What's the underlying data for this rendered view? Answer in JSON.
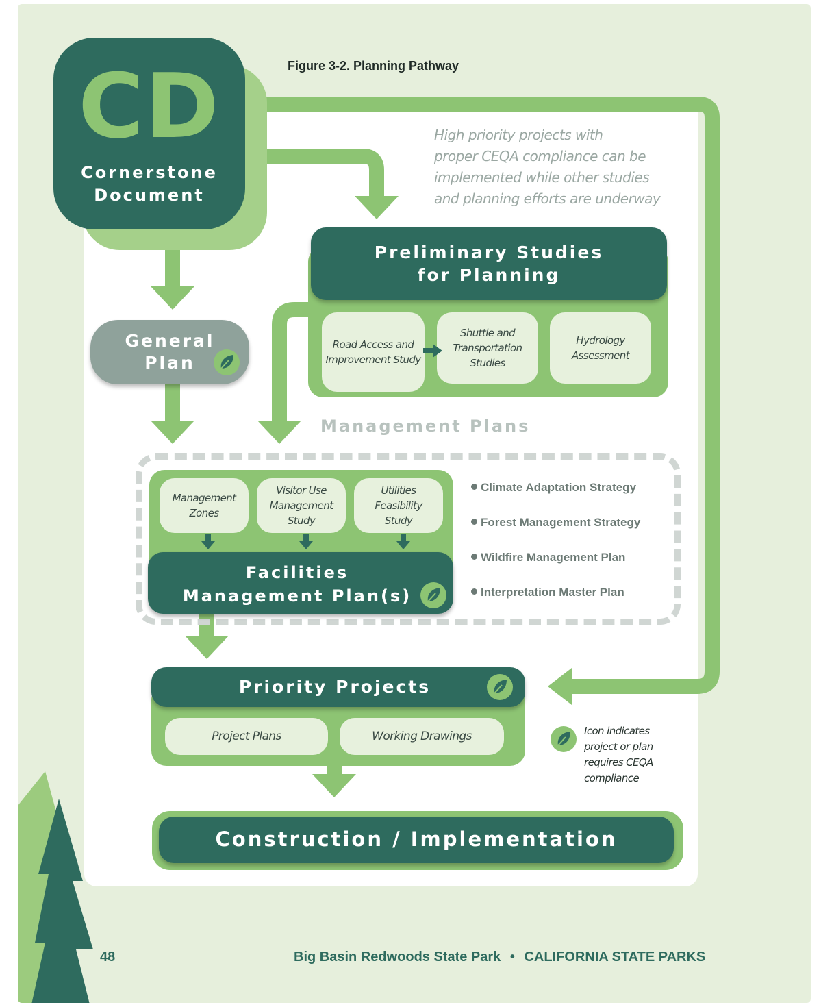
{
  "figure_title": "Figure 3-2.  Planning Pathway",
  "cornerstone": {
    "abbrev": "CD",
    "line1": "Cornerstone",
    "line2": "Document"
  },
  "note": {
    "lines": [
      "High priority projects with",
      "proper CEQA compliance can be",
      "implemented while other studies",
      "and planning efforts are underway"
    ]
  },
  "preliminary": {
    "title_line1": "Preliminary Studies",
    "title_line2": "for Planning",
    "items": [
      "Road Access and\nImprovement Study",
      "Shuttle and\nTransportation\nStudies",
      "Hydrology\nAssessment"
    ]
  },
  "general_plan": {
    "line1": "General",
    "line2": "Plan",
    "icon": "leaf-icon"
  },
  "management": {
    "heading": "Management Plans",
    "sub_items": [
      "Management\nZones",
      "Visitor Use\nManagement\nStudy",
      "Utilities\nFeasibility\nStudy"
    ],
    "facilities_line1": "Facilities",
    "facilities_line2": "Management Plan(s)",
    "bullets": [
      "Climate Adaptation Strategy",
      "Forest Management Strategy",
      "Wildfire Management Plan",
      "Interpretation Master Plan"
    ]
  },
  "priority": {
    "title": "Priority Projects",
    "items": [
      "Project Plans",
      "Working Drawings"
    ]
  },
  "legend": {
    "lines": [
      "Icon indicates",
      "project or plan",
      "requires CEQA",
      "compliance"
    ],
    "icon": "leaf-icon"
  },
  "construction": {
    "title": "Construction / Implementation"
  },
  "footer": {
    "page_number": "48",
    "park": "Big Basin Redwoods State Park",
    "separator": "•",
    "org": "CALIFORNIA STATE PARKS"
  },
  "colors": {
    "background": "#e6efdc",
    "dark_green": "#2e6b5e",
    "light_green": "#8dc473",
    "pill": "#e7f1dd",
    "gray": "#8fa29b",
    "dashed_border": "#d0d6d3"
  }
}
